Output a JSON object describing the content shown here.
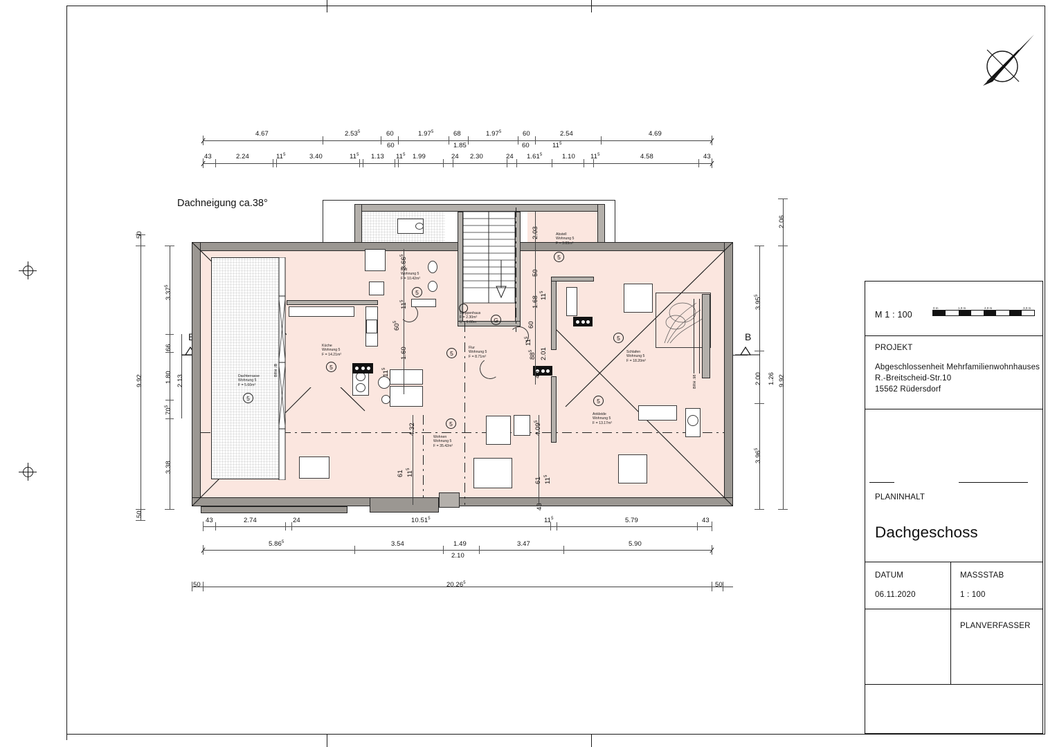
{
  "sheet": {
    "note_roof_pitch": "Dachneigung ca.38°",
    "north_arrow_icon": "north-arrow-icon"
  },
  "titleblock": {
    "scale_prefix": "M  1 : 100",
    "scalebar_labels": [
      "0 m",
      "1,0 m",
      "2,0 m",
      "3,0 m"
    ],
    "projekt_label": "PROJEKT",
    "projekt_lines": [
      "Abgeschlossenheit  Mehrfamilienwohnhauses",
      "R.-Breitscheid-Str.10",
      "15562 Rüdersdorf"
    ],
    "planinhalt_label": "PLANINHALT",
    "planinhalt_value": "Dachgeschoss",
    "datum_label": "DATUM",
    "datum_value": "06.11.2020",
    "massstab_label": "MASSSTAB",
    "massstab_value": "1 : 100",
    "planverfasser_label": "PLANVERFASSER"
  },
  "rooms": [
    {
      "name": "Dachterrasse",
      "unit": "Wohnung 5",
      "area": "F = 5.60m²",
      "marker": "5"
    },
    {
      "name": "Küche",
      "unit": "Wohnung 5",
      "area": "F = 14.21m²",
      "marker": "5"
    },
    {
      "name": "Bad",
      "unit": "Wohnung 5",
      "area": "F = 10.42m²",
      "marker": "5"
    },
    {
      "name": "Abstell",
      "unit": "Wohnung 5",
      "area": "F = 3.83m²",
      "marker": "5"
    },
    {
      "name": "Schlafen",
      "unit": "Wohnung 5",
      "area": "F = 18.20m²",
      "marker": "5"
    },
    {
      "name": "Ankleide",
      "unit": "Wohnung 5",
      "area": "F = 13.17m²",
      "marker": "5"
    },
    {
      "name": "Wohnen",
      "unit": "Wohnung 5",
      "area": "F = 35.42m²",
      "marker": "5"
    },
    {
      "name": "Flur",
      "unit": "Wohnung 5",
      "area": "F = 8.71m²",
      "marker": "5"
    },
    {
      "name": "Treppenhaus",
      "unit": "",
      "area": "F = 2.30m²",
      "perimeter": "U = 6.60m",
      "marker": "G"
    }
  ],
  "labels": {
    "brh_left": "BRH .lB",
    "brh_right": "BRH .98",
    "section_left": "B",
    "section_right": "B"
  },
  "dimensions": {
    "top_outer": [
      "4.67",
      "2.53",
      "60",
      "1.97",
      "68",
      "1.97",
      "60",
      "2.54",
      "4.69"
    ],
    "top_outer_sup": [
      "",
      "5",
      "",
      "5",
      "",
      "5",
      "",
      "",
      ""
    ],
    "top_outer_second": [
      "60",
      "1.85",
      "60",
      "11"
    ],
    "top_inner": [
      "43",
      "2.24",
      "11",
      "3.40",
      "11",
      "1.13",
      "11",
      "1.99",
      "24",
      "2.30",
      "24",
      "1.61",
      "1.10",
      "11",
      "4.58",
      "43"
    ],
    "top_inner_sup": [
      "",
      "",
      "5",
      "",
      "5",
      "",
      "5",
      "",
      "",
      "",
      "",
      "5",
      "",
      "5",
      "",
      ""
    ],
    "left_outer": [
      "50",
      "9.92",
      "50"
    ],
    "left_inner": [
      "3.37",
      "66",
      "1.80",
      "70",
      "3.38"
    ],
    "left_inner_sup": [
      "5",
      "",
      "",
      "5",
      ""
    ],
    "left_mid": [
      "2.13"
    ],
    "right_outer": [
      "2.06",
      "9.92"
    ],
    "right_inner": [
      "3.95",
      "2.00",
      "1.26",
      "3.96"
    ],
    "right_inner_sup": [
      "5",
      "",
      "",
      "5"
    ],
    "bottom_inner": [
      "43",
      "2.74",
      "24",
      "10.51",
      "11",
      "5.79",
      "43"
    ],
    "bottom_inner_sup": [
      "",
      "",
      "",
      "5",
      "5",
      "",
      ""
    ],
    "bottom_mid": [
      "5.86",
      "3.54",
      "1.49",
      "3.47",
      "5.90"
    ],
    "bottom_mid_sup": [
      "5",
      "",
      "",
      "",
      ""
    ],
    "bottom_mid_extra": "2.10",
    "bottom_outer": [
      "50",
      "20.26",
      "50"
    ],
    "bottom_outer_sup": [
      "",
      "5",
      ""
    ],
    "interior": [
      "3.66",
      "11",
      "60",
      "1.60",
      "4.32",
      "61",
      "11",
      "2.03",
      "50",
      "1.68",
      "11",
      "60",
      "88",
      "2.01",
      "40",
      "4.09",
      "43",
      "61",
      "11",
      "11",
      "1.60"
    ],
    "interior_sup": [
      "5",
      "5",
      "5",
      "",
      "",
      "",
      "5",
      "",
      "",
      "",
      "5",
      "",
      "5",
      "",
      "",
      "5",
      "",
      "",
      "5",
      "5",
      ""
    ]
  },
  "colors": {
    "room_fill": "#fbe6df",
    "wall": "#b4b0ab",
    "ink": "#111111",
    "dim": "#444444"
  }
}
